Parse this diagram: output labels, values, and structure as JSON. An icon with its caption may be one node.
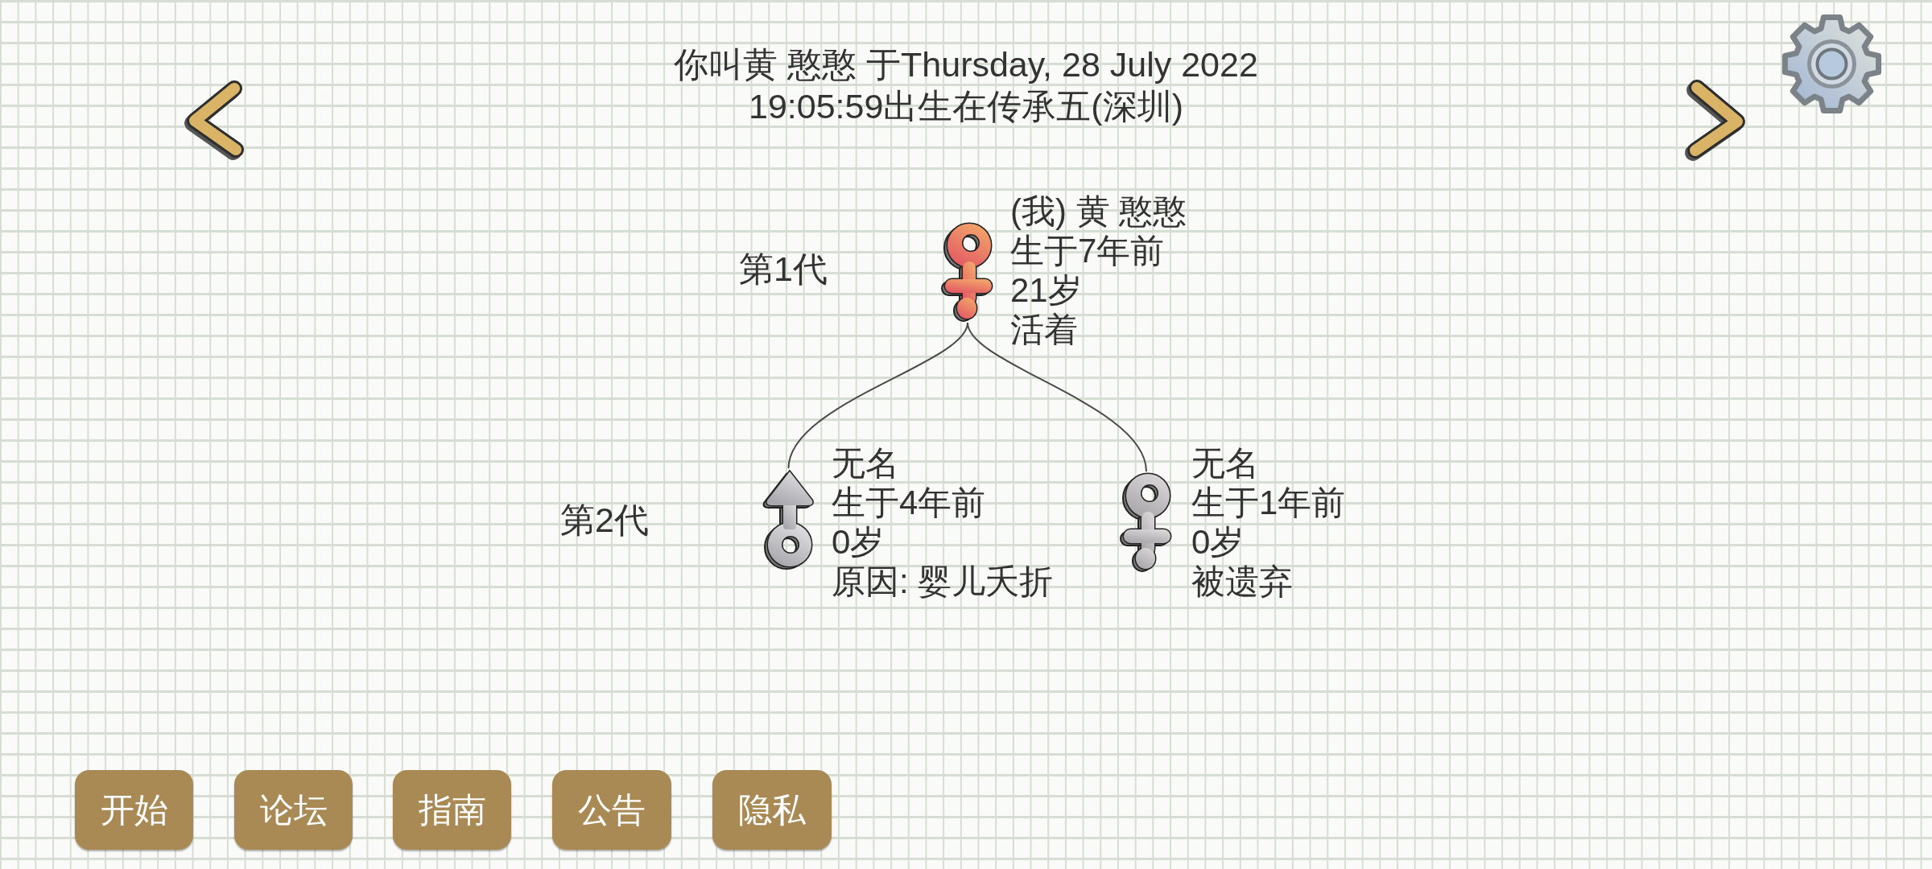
{
  "diagram": {
    "title": "你叫黄 憨憨 于Thursday, 28 July 2022 19:05:59出生在传承五(深圳)",
    "nodes": [
      {
        "text": [],
        "shape": "picture",
        "beside": [
          "(我) 黄 憨憨",
          "生于7年前",
          "21岁",
          "活着"
        ]
      },
      {
        "text": [],
        "shape": "picture",
        "beside": [
          "无名",
          "生于4年前",
          "0岁",
          "原因: 婴儿夭折"
        ]
      },
      {
        "text": [],
        "shape": "picture",
        "beside": [
          "无名",
          "生于1年前",
          "0岁",
          "被遗弃"
        ]
      }
    ],
    "edges": [
      {
        "from": 0,
        "to": 1,
        "arrow": "none"
      },
      {
        "from": 0,
        "to": 2,
        "arrow": "none"
      }
    ],
    "labels": [
      "第1代",
      "第2代",
      "开始",
      "论坛",
      "指南",
      "公告",
      "隐私"
    ]
  }
}
